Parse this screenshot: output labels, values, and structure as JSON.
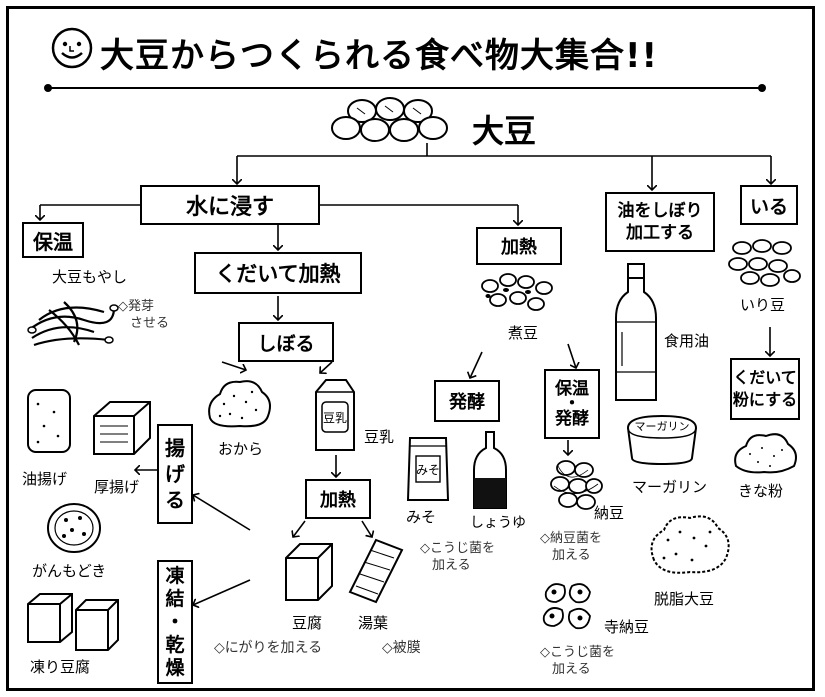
{
  "title": "大豆からつくられる食べ物大集合!!",
  "root": "大豆",
  "boxes": {
    "soak": "水に浸す",
    "keep_warm": "保温",
    "crush_heat": "くだいて加熱",
    "squeeze": "しぼる",
    "heat1": "加熱",
    "heat2": "加熱",
    "ferment": "発酵",
    "warm_ferment_1": "保温",
    "warm_ferment_dot": "・",
    "warm_ferment_2": "発酵",
    "oil_1": "油をしぼり",
    "oil_2": "加工する",
    "roast": "いる",
    "crush_powder_1": "くだいて",
    "crush_powder_2": "粉にする",
    "fry_1": "揚",
    "fry_2": "げ",
    "fry_3": "る",
    "freeze_1": "凍",
    "freeze_2": "結",
    "freeze_3": "・",
    "freeze_4": "乾",
    "freeze_5": "燥"
  },
  "foods": {
    "sprouts": "大豆もやし",
    "okara": "おから",
    "soymilk": "豆乳",
    "aburaage": "油揚げ",
    "atsuage": "厚揚げ",
    "ganmodoki": "がんもどき",
    "koridofu": "凍り豆腐",
    "tofu": "豆腐",
    "yuba": "湯葉",
    "nimame": "煮豆",
    "miso": "みそ",
    "shoyu": "しょうゆ",
    "natto": "納豆",
    "teranatto": "寺納豆",
    "oil": "食用油",
    "margarine": "マーガリン",
    "iri": "いり豆",
    "kinako": "きな粉",
    "defatted": "脱脂大豆"
  },
  "notes": {
    "germinate_1": "◇発芽",
    "germinate_2": "させる",
    "nigari": "◇にがりを加える",
    "film": "◇被膜",
    "koji1_1": "◇こうじ菌を",
    "koji1_2": "加える",
    "nattokin_1": "◇納豆菌を",
    "nattokin_2": "加える",
    "koji2_1": "◇こうじ菌を",
    "koji2_2": "加える"
  },
  "package_labels": {
    "milk_carton": "豆乳",
    "miso_bag": "みそ",
    "margarine_tub": "マーガリン"
  }
}
